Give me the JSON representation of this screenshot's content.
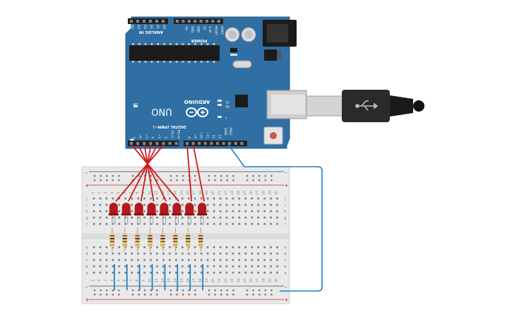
{
  "board": {
    "brand": "ARDUINO",
    "model": "UNO",
    "digital_header": "DIGITAL (PWM~)",
    "power_header": "POWER",
    "analog_header": "ANALOG IN",
    "on_label": "ON",
    "tx_label": "TX",
    "rx_label": "RX",
    "l_label": "L",
    "aref_label": "AREF",
    "gnd_label": "GND",
    "power_pins": [
      "IOREF",
      "RESET",
      "3.3V",
      "5V",
      "GND",
      "GND",
      "Vin"
    ],
    "analog_pins": [
      "A0",
      "A1",
      "A2",
      "A3",
      "A4",
      "A5"
    ],
    "digital_pins": [
      "13",
      "12",
      "~11",
      "~10",
      "~9",
      "8",
      "7",
      "~6",
      "~5",
      "4",
      "~3",
      "2",
      "TX→1",
      "RX←0"
    ]
  },
  "breadboard": {
    "column_numbers": [
      "1",
      "2",
      "3",
      "4",
      "5",
      "6",
      "7",
      "8",
      "9",
      "10",
      "11",
      "12",
      "13",
      "14",
      "15",
      "16",
      "17",
      "18",
      "19",
      "20",
      "21",
      "22",
      "23",
      "24",
      "25",
      "26",
      "27",
      "28",
      "29",
      "30"
    ],
    "rows_top": [
      "j",
      "i",
      "h",
      "g",
      "f"
    ],
    "rows_bottom": [
      "e",
      "d",
      "c",
      "b",
      "a"
    ],
    "plus": "+",
    "minus": "-"
  },
  "components": {
    "led_count": 8,
    "resistor_count": 8,
    "led_color": "#b3191c",
    "wire_color_signal": "#d11a1a",
    "wire_color_ground": "#1f7fc4",
    "board_color": "#2f6fa3"
  },
  "usb": {
    "icon": "usb-icon"
  }
}
